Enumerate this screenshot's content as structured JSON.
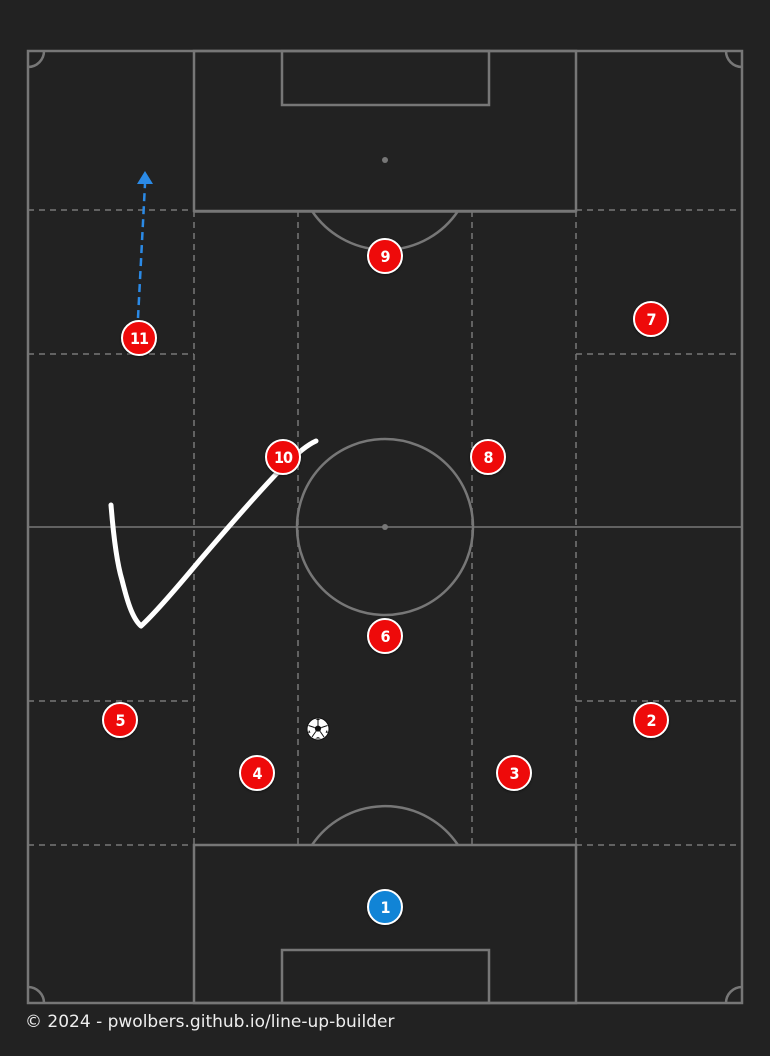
{
  "players": [
    {
      "number": "1",
      "team": "goalkeeper"
    },
    {
      "number": "2",
      "team": "outfield"
    },
    {
      "number": "3",
      "team": "outfield"
    },
    {
      "number": "4",
      "team": "outfield"
    },
    {
      "number": "5",
      "team": "outfield"
    },
    {
      "number": "6",
      "team": "outfield"
    },
    {
      "number": "7",
      "team": "outfield"
    },
    {
      "number": "8",
      "team": "outfield"
    },
    {
      "number": "9",
      "team": "outfield"
    },
    {
      "number": "10",
      "team": "outfield"
    },
    {
      "number": "11",
      "team": "outfield"
    }
  ],
  "colors": {
    "background": "#222222",
    "pitch_line": "#777777",
    "outfield_player": "#ee0a0a",
    "goalkeeper": "#1184d6",
    "player_border": "#ffffff",
    "arrow": "#2b8ae6",
    "drawing": "#ffffff"
  },
  "footer": {
    "text": "© 2024 - pwolbers.github.io/line-up-builder"
  },
  "icons": {
    "ball": "soccer-ball-icon",
    "arrow": "run-arrow",
    "drawing": "checkmark-drawing"
  }
}
